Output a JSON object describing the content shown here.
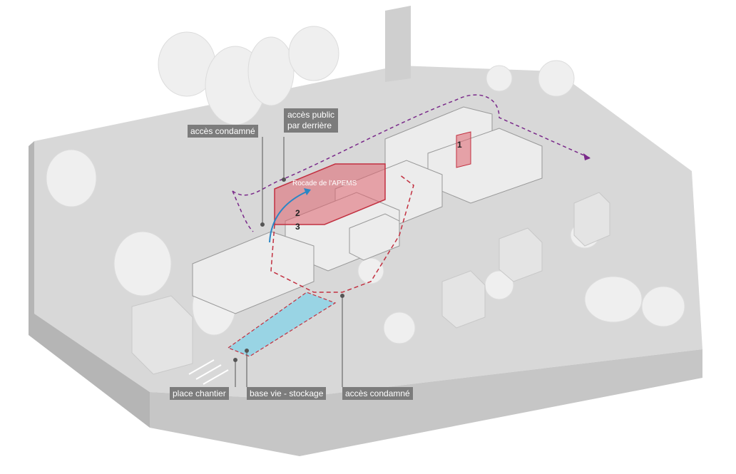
{
  "labels": {
    "acces_condamne_top": "accès condamné",
    "acces_public": "accès public\npar derrière",
    "place_chantier": "place chantier",
    "base_vie": "base vie - stockage",
    "acces_condamne_bottom": "accès condamné",
    "rocade": "Rocade de l'APEMS"
  },
  "zones": {
    "zone_1": "1",
    "zone_2": "2",
    "zone_3": "3"
  },
  "colors": {
    "terrain_top": "#d9d9d9",
    "terrain_front": "#c4c4c4",
    "terrain_side": "#b3b3b3",
    "building": "#ebebeb",
    "red_zone": "#e06470",
    "storage": "#7fd3ea",
    "path_purple": "#7a2a8a",
    "arrow_blue": "#2a86c5",
    "label_bg": "#7c7c7c"
  }
}
